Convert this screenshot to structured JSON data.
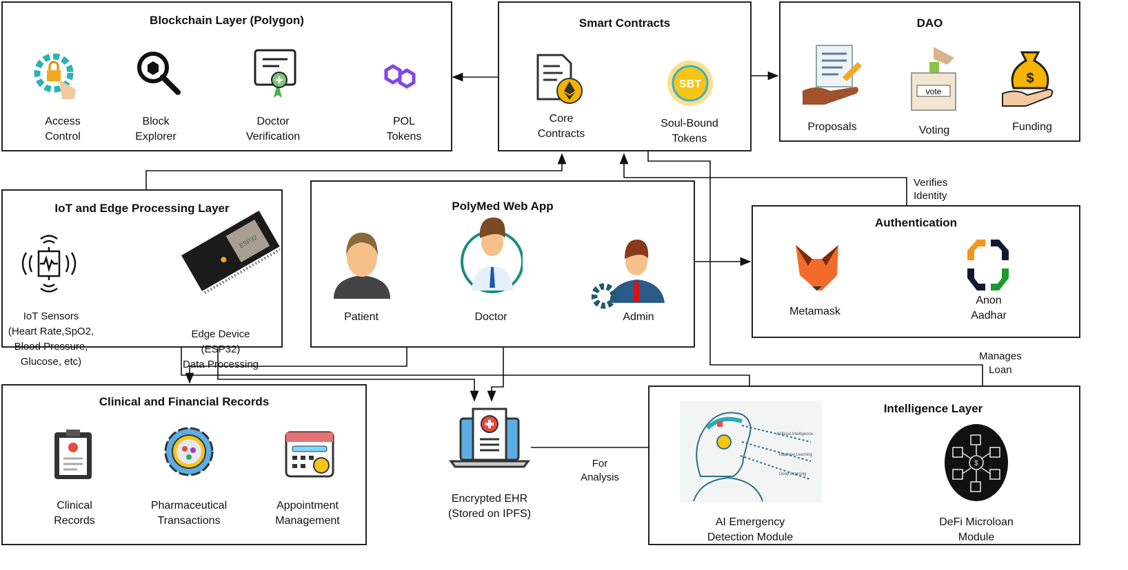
{
  "blockchain": {
    "title": "Blockchain Layer (Polygon)",
    "items": [
      {
        "label": "Access\nControl",
        "icon": "gear-lock-hand-icon"
      },
      {
        "label": "Block\nExplorer",
        "icon": "magnifier-block-icon"
      },
      {
        "label": "Doctor\nVerification",
        "icon": "certificate-icon"
      },
      {
        "label": "POL\nTokens",
        "icon": "polygon-logo-icon"
      }
    ]
  },
  "smart_contracts": {
    "title": "Smart Contracts",
    "items": [
      {
        "label": "Core\nContracts",
        "icon": "ethereum-document-icon"
      },
      {
        "label": "Soul-Bound\nTokens",
        "icon": "sbt-badge-icon",
        "badge": "SBT"
      }
    ]
  },
  "dao": {
    "title": "DAO",
    "items": [
      {
        "label": "Proposals",
        "icon": "proposal-hand-icon"
      },
      {
        "label": "Voting",
        "icon": "ballot-box-icon",
        "badge": "vote"
      },
      {
        "label": "Funding",
        "icon": "money-bag-hand-icon"
      }
    ]
  },
  "iot": {
    "title": "IoT and Edge Processing Layer",
    "items": [
      {
        "label": "IoT Sensors\n(Heart Rate,SpO2,\nBlood Pressure,\nGlucose, etc)",
        "icon": "sensor-icon"
      },
      {
        "label": "Edge Device\n(ESP32)\nData Processing",
        "icon": "esp32-board-icon",
        "chip": "ESP32"
      }
    ]
  },
  "webapp": {
    "title": "PolyMed Web App",
    "items": [
      {
        "label": "Patient",
        "icon": "patient-avatar-icon"
      },
      {
        "label": "Doctor",
        "icon": "doctor-avatar-icon"
      },
      {
        "label": "Admin",
        "icon": "admin-avatar-icon"
      }
    ]
  },
  "auth": {
    "title": "Authentication",
    "items": [
      {
        "label": "Metamask",
        "icon": "metamask-fox-icon"
      },
      {
        "label": "Anon\nAadhar",
        "icon": "anon-aadhar-logo-icon"
      }
    ]
  },
  "clinical": {
    "title": "Clinical and Financial Records",
    "items": [
      {
        "label": "Clinical\nRecords",
        "icon": "clipboard-icon"
      },
      {
        "label": "Pharmaceutical\nTransactions",
        "icon": "pills-gear-icon"
      },
      {
        "label": "Appointment\nManagement",
        "icon": "calendar-phone-icon"
      }
    ]
  },
  "ehr": {
    "label": "Encrypted EHR\n(Stored on IPFS)",
    "icon": "laptop-medical-record-icon"
  },
  "intelligence": {
    "title": "Intelligence Layer",
    "items": [
      {
        "label": "AI Emergency\nDetection Module",
        "icon": "ai-head-icon",
        "captions": [
          "Artificial Intelligence",
          "Machine Learning",
          "Deep Learning"
        ]
      },
      {
        "label": "DeFi Microloan\nModule",
        "icon": "blockchain-network-dollar-icon"
      }
    ]
  },
  "edges": {
    "verifies": "Verifies\nIdentity",
    "manages": "Manages\nLoan",
    "analysis": "For\nAnalysis"
  },
  "colors": {
    "line": "#111111",
    "polygon": "#8247e5",
    "teal": "#1a8a85",
    "metamask": "#e2761b",
    "gold": "#f5c518"
  }
}
